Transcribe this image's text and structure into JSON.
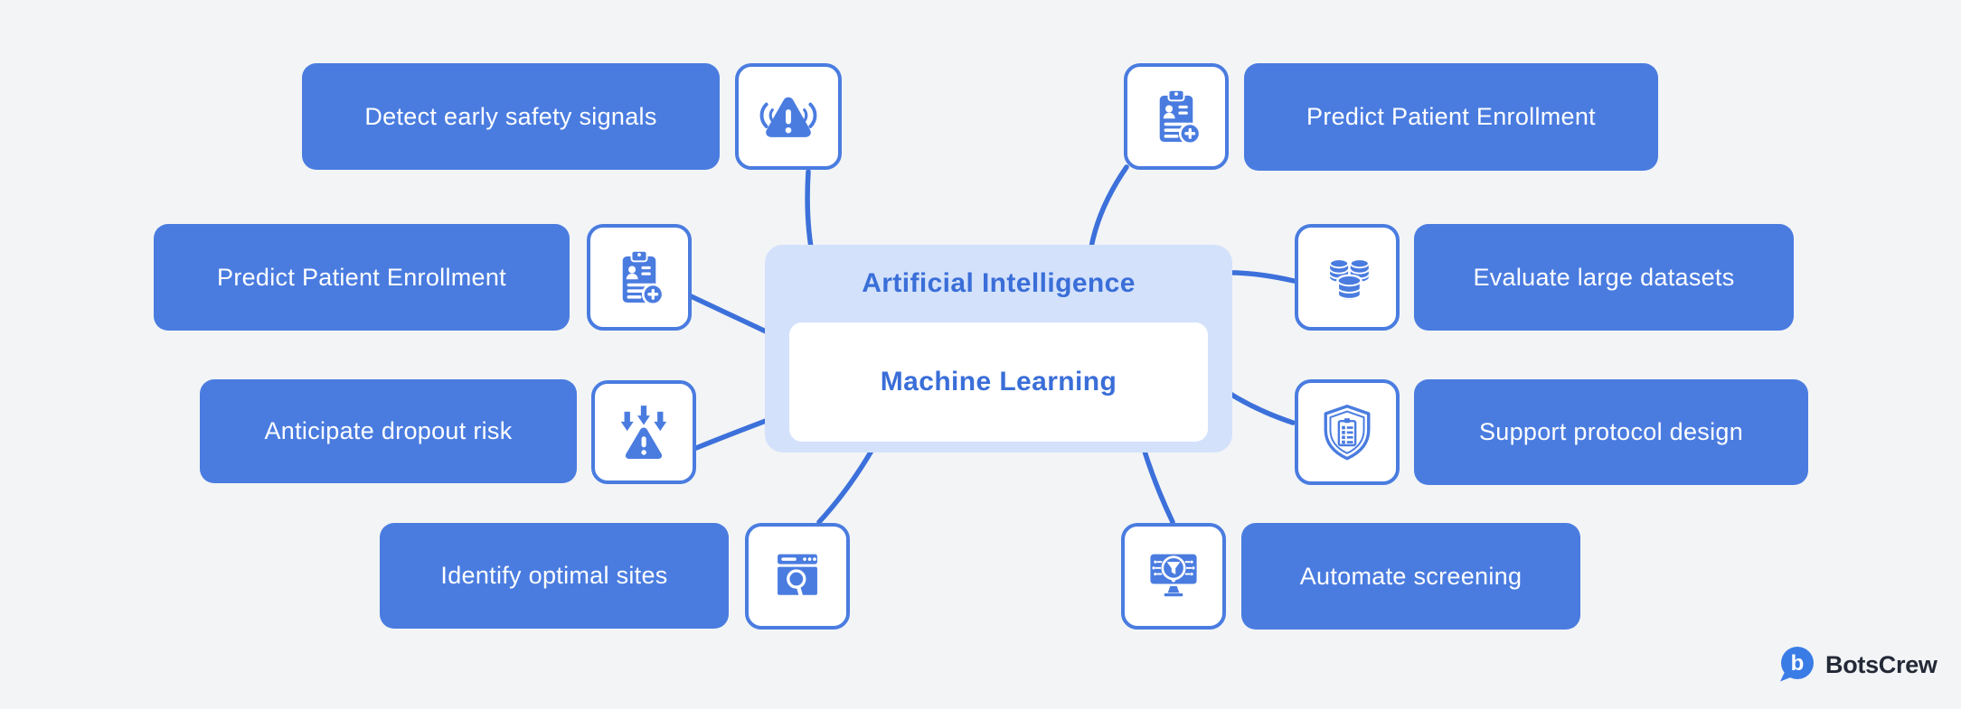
{
  "colors": {
    "background": "#f2f4f6",
    "primary_blue": "#4a7ce0",
    "arrow_blue": "#3c70da",
    "light_blue_panel": "#d3e1fb",
    "center_text_blue": "#3a6ed8",
    "logo_text_navy": "#232936",
    "logo_bubble_blue": "#3a7ce6"
  },
  "center": {
    "outer_label": "Artificial Intelligence",
    "inner_label": "Machine Learning"
  },
  "left_items": [
    {
      "label": "Detect early safety signals",
      "icon": "alert-signal-icon"
    },
    {
      "label": "Predict Patient Enrollment",
      "icon": "patient-enrollment-icon"
    },
    {
      "label": "Anticipate dropout risk",
      "icon": "dropout-risk-icon"
    },
    {
      "label": "Identify optimal sites",
      "icon": "site-search-icon"
    }
  ],
  "right_items": [
    {
      "label": "Predict Patient Enrollment",
      "icon": "patient-enrollment-icon"
    },
    {
      "label": "Evaluate large datasets",
      "icon": "datasets-icon"
    },
    {
      "label": "Support protocol design",
      "icon": "protocol-shield-icon"
    },
    {
      "label": "Automate screening",
      "icon": "automated-screening-icon"
    }
  ],
  "connections": [
    {
      "from": "Detect early safety signals",
      "to": "Machine Learning"
    },
    {
      "from": "Predict Patient Enrollment (left)",
      "to": "Machine Learning"
    },
    {
      "from": "Anticipate dropout risk",
      "to": "Machine Learning"
    },
    {
      "from": "Identify optimal sites",
      "to": "Machine Learning"
    },
    {
      "from": "Predict Patient Enrollment (right)",
      "to": "Artificial Intelligence"
    },
    {
      "from": "Evaluate large datasets",
      "to": "Artificial Intelligence"
    },
    {
      "from": "Support protocol design",
      "to": "Artificial Intelligence"
    },
    {
      "from": "Automate screening",
      "to": "Artificial Intelligence"
    }
  ],
  "logo": {
    "text": "BotsCrew"
  }
}
